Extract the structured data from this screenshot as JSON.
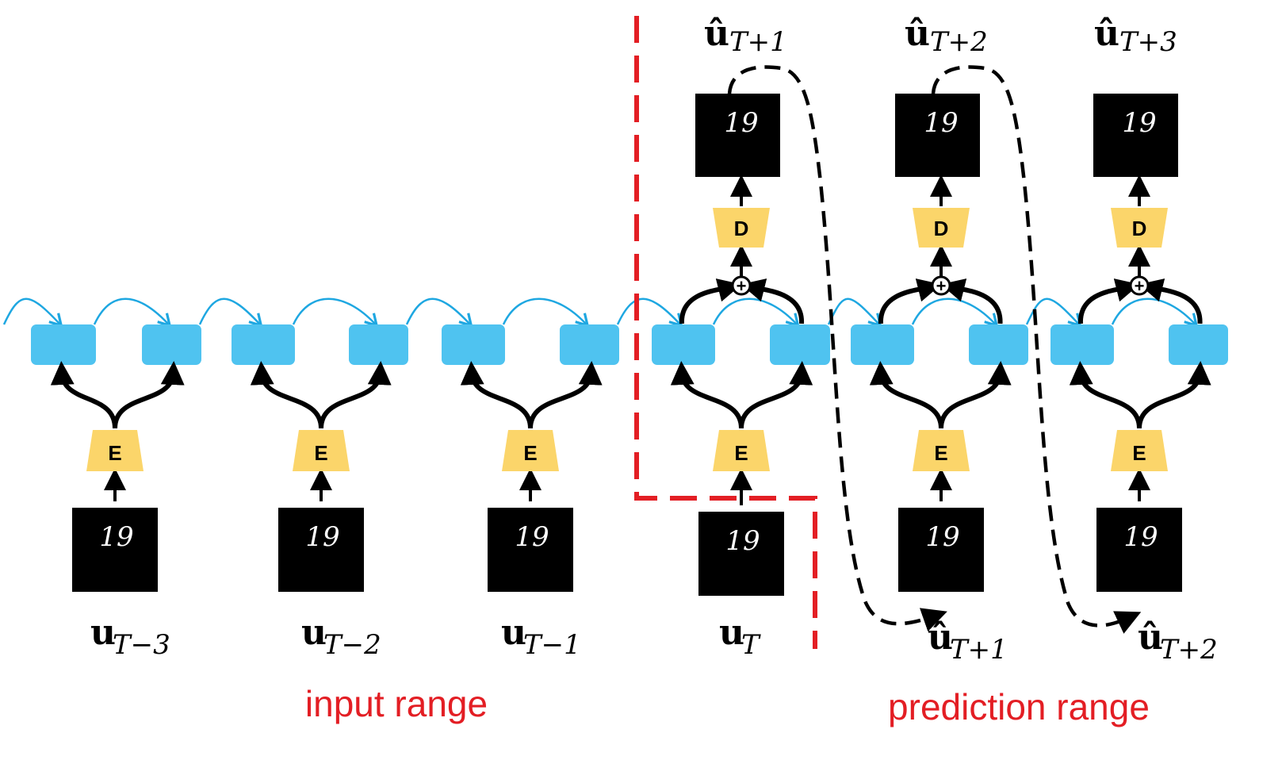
{
  "colors": {
    "hidden_state": "#4fc3f0",
    "recurrent_arrow": "#1ea7e1",
    "coder_block": "#fbd56a",
    "frame_bg": "#000000",
    "range_marker": "#e31e24",
    "feedback_line": "#000000"
  },
  "blocks": {
    "encoder": "E",
    "decoder": "D",
    "combine": "⊕"
  },
  "frame_digit": "19",
  "inputs": [
    {
      "main": "u",
      "sub": "T−3"
    },
    {
      "main": "u",
      "sub": "T−2"
    },
    {
      "main": "u",
      "sub": "T−1"
    },
    {
      "main": "u",
      "sub": "T"
    },
    {
      "main": "û",
      "sub": "T+1"
    },
    {
      "main": "û",
      "sub": "T+2"
    }
  ],
  "outputs": [
    {
      "main": "û",
      "sub": "T+1"
    },
    {
      "main": "û",
      "sub": "T+2"
    },
    {
      "main": "û",
      "sub": "T+3"
    }
  ],
  "ranges": {
    "input": "input range",
    "prediction": "prediction range"
  }
}
